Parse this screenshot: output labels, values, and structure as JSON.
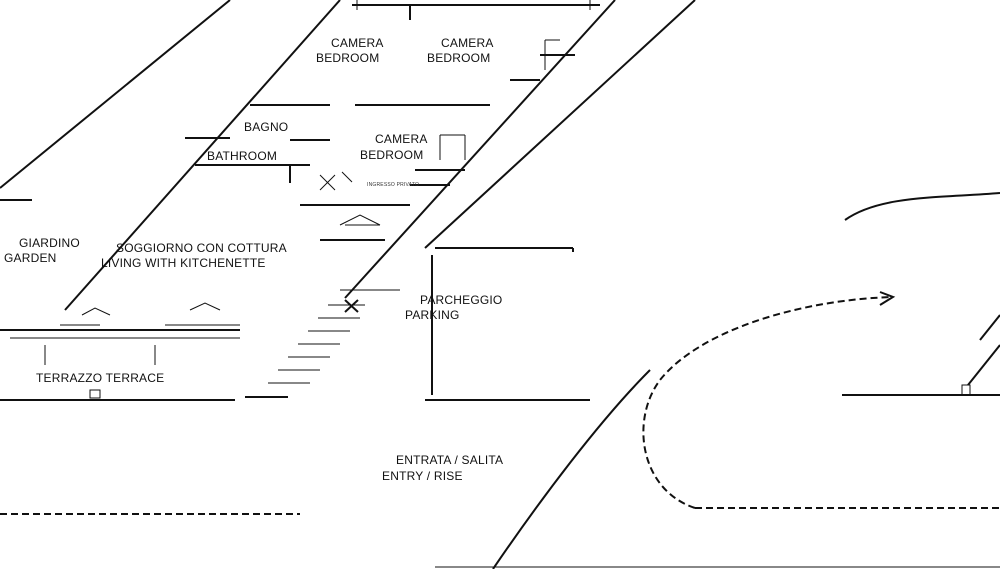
{
  "rooms": {
    "bedroom_1": {
      "it": "CAMERA",
      "en": "BEDROOM"
    },
    "bedroom_2": {
      "it": "CAMERA",
      "en": "BEDROOM"
    },
    "bedroom_3": {
      "it": "CAMERA",
      "en": "BEDROOM"
    },
    "bathroom": {
      "it": "BAGNO",
      "en": "BATHROOM"
    },
    "garden": {
      "it": "GIARDINO",
      "en": "GARDEN"
    },
    "living": {
      "it": "SOGGIORNO CON COTTURA",
      "en": "LIVING WITH KITCHENETTE"
    },
    "parking": {
      "it": "PARCHEGGIO",
      "en": "PARKING"
    },
    "terrace": {
      "it": "TERRAZZO",
      "en": "TERRACE"
    },
    "entry": {
      "it": "ENTRATA / SALITA",
      "en": "ENTRY / RISE"
    }
  },
  "small_note": "INGRESSO PRIVATO"
}
